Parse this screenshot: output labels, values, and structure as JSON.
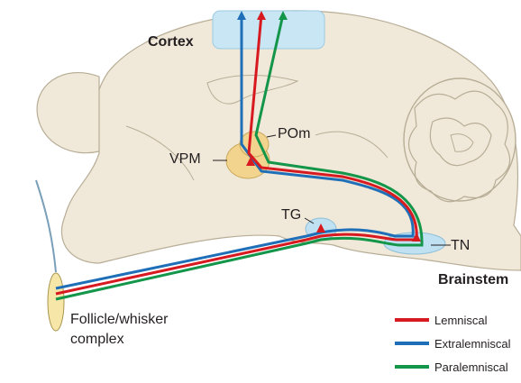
{
  "labels": {
    "cortex": "Cortex",
    "pom": "POm",
    "vpm": "VPM",
    "tg": "TG",
    "tn": "TN",
    "brainstem": "Brainstem",
    "follicle_line1": "Follicle/whisker",
    "follicle_line2": "complex"
  },
  "legend": [
    {
      "name": "Lemniscal",
      "color": "#d71920"
    },
    {
      "name": "Extralemniscal",
      "color": "#1f6fb8"
    },
    {
      "name": "Paralemniscal",
      "color": "#14964a"
    }
  ],
  "colors": {
    "brain": "#f0e9d9",
    "brain_outline": "#b8ad96",
    "cortex_region": "#c9e6f5",
    "thalamus_region": "#f2d48f",
    "nucleus_region": "#bfe1f2"
  }
}
